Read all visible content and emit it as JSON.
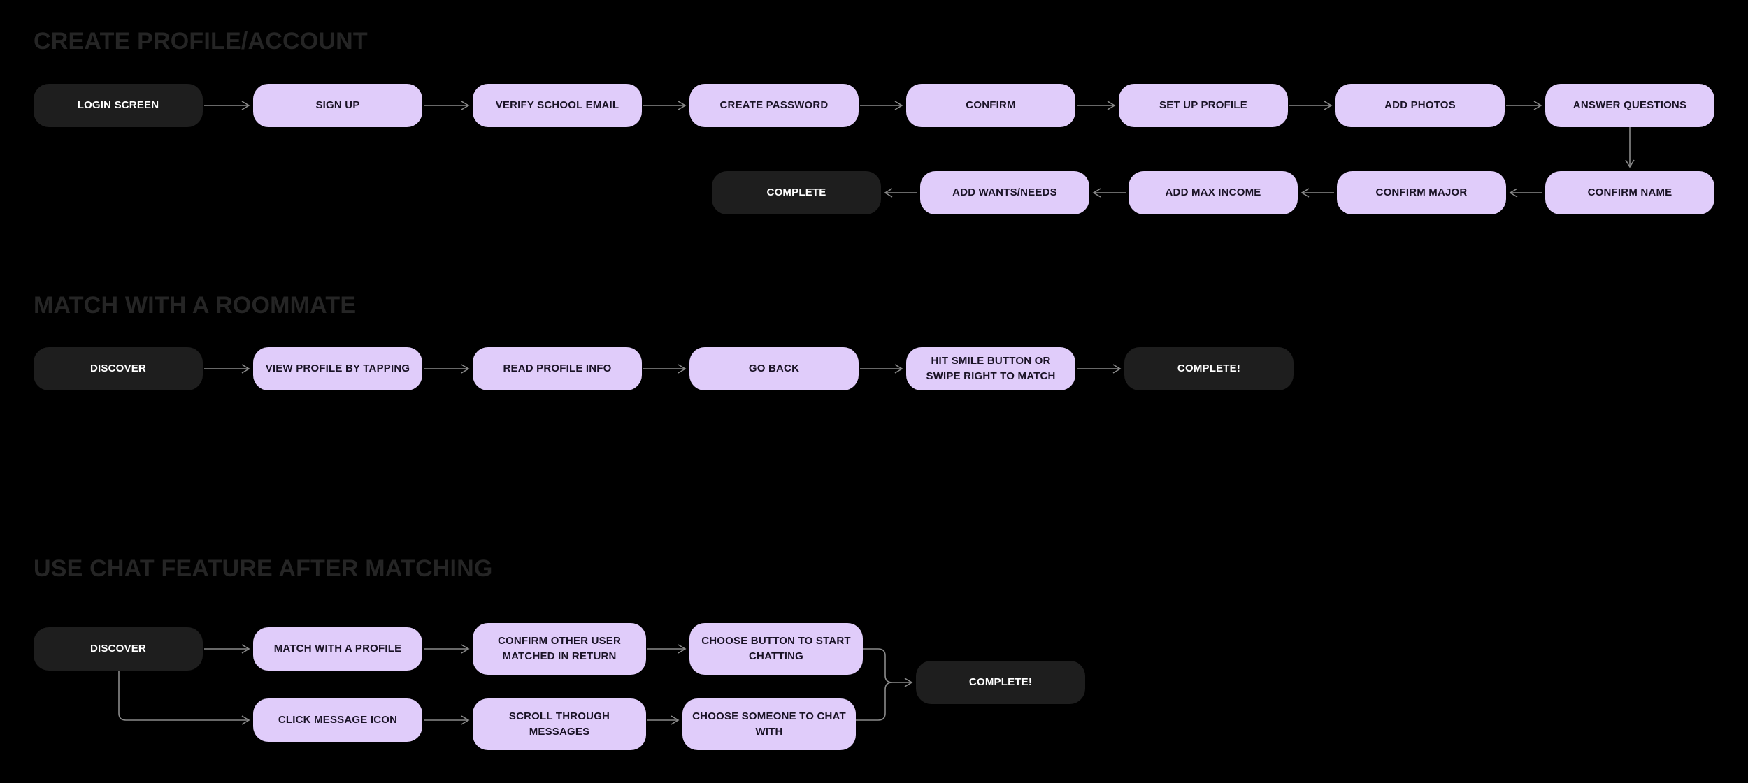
{
  "colors": {
    "background": "#000000",
    "node_lavender": "#E0CCFA",
    "node_dark": "#1E1E1E",
    "section_title": "#252525",
    "connector": "#8A8A8A",
    "text_on_lavender": "#1A1326",
    "text_on_dark": "#FFFFFF"
  },
  "sections": [
    {
      "id": "create-profile-account",
      "title": "CREATE PROFILE/ACCOUNT",
      "nodes": [
        {
          "id": "login-screen",
          "label": "LOGIN SCREEN",
          "style": "dark"
        },
        {
          "id": "sign-up",
          "label": "SIGN UP",
          "style": "lavender"
        },
        {
          "id": "verify-school-email",
          "label": "VERIFY SCHOOL EMAIL",
          "style": "lavender"
        },
        {
          "id": "create-password",
          "label": "CREATE PASSWORD",
          "style": "lavender"
        },
        {
          "id": "confirm",
          "label": "CONFIRM",
          "style": "lavender"
        },
        {
          "id": "set-up-profile",
          "label": "SET UP PROFILE",
          "style": "lavender"
        },
        {
          "id": "add-photos",
          "label": "ADD PHOTOS",
          "style": "lavender"
        },
        {
          "id": "answer-questions",
          "label": "ANSWER QUESTIONS",
          "style": "lavender"
        },
        {
          "id": "confirm-name",
          "label": "CONFIRM NAME",
          "style": "lavender"
        },
        {
          "id": "confirm-major",
          "label": "CONFIRM MAJOR",
          "style": "lavender"
        },
        {
          "id": "add-max-income",
          "label": "ADD MAX INCOME",
          "style": "lavender"
        },
        {
          "id": "add-wants-needs",
          "label": "ADD WANTS/NEEDS",
          "style": "lavender"
        },
        {
          "id": "complete",
          "label": "COMPLETE",
          "style": "dark"
        }
      ]
    },
    {
      "id": "match-with-a-roommate",
      "title": "MATCH WITH A ROOMMATE",
      "nodes": [
        {
          "id": "discover-match",
          "label": "DISCOVER",
          "style": "dark"
        },
        {
          "id": "view-profile-by-tapping",
          "label": "VIEW PROFILE BY TAPPING",
          "style": "lavender"
        },
        {
          "id": "read-profile-info",
          "label": "READ PROFILE INFO",
          "style": "lavender"
        },
        {
          "id": "go-back",
          "label": "GO BACK",
          "style": "lavender"
        },
        {
          "id": "hit-smile-button",
          "label": "HIT SMILE BUTTON OR SWIPE RIGHT TO MATCH",
          "style": "lavender"
        },
        {
          "id": "complete-match",
          "label": "COMPLETE!",
          "style": "dark"
        }
      ]
    },
    {
      "id": "use-chat-feature-after-matching",
      "title": "USE CHAT FEATURE AFTER MATCHING",
      "nodes": [
        {
          "id": "discover-chat",
          "label": "DISCOVER",
          "style": "dark"
        },
        {
          "id": "match-with-a-profile",
          "label": "MATCH WITH A PROFILE",
          "style": "lavender"
        },
        {
          "id": "confirm-other-user",
          "label": "CONFIRM OTHER USER MATCHED IN RETURN",
          "style": "lavender"
        },
        {
          "id": "choose-button-to-chat",
          "label": "CHOOSE BUTTON TO START CHATTING",
          "style": "lavender"
        },
        {
          "id": "click-message-icon",
          "label": "CLICK MESSAGE ICON",
          "style": "lavender"
        },
        {
          "id": "scroll-through-messages",
          "label": "SCROLL THROUGH MESSAGES",
          "style": "lavender"
        },
        {
          "id": "choose-someone-to-chat",
          "label": "CHOOSE SOMEONE TO CHAT WITH",
          "style": "lavender"
        },
        {
          "id": "complete-chat",
          "label": "COMPLETE!",
          "style": "dark"
        }
      ]
    }
  ]
}
